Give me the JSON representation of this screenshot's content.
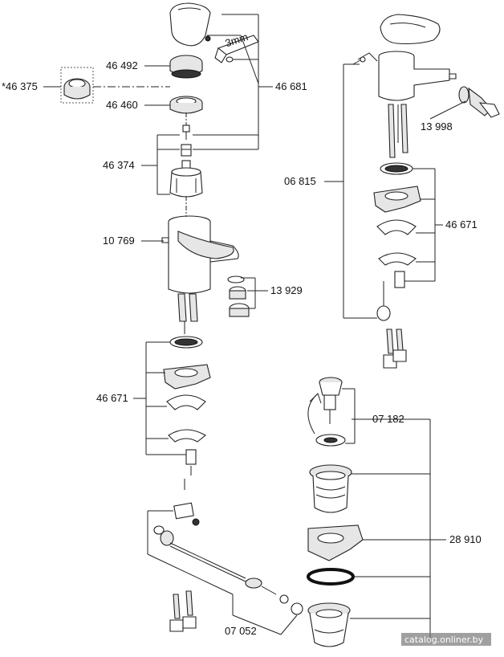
{
  "labels": {
    "p46375": "*46 375",
    "p46492": "46 492",
    "p46460": "46 460",
    "p46681": "46 681",
    "p46374": "46 374",
    "p10769": "10 769",
    "p13929": "13 929",
    "p46671_left": "46 671",
    "p06815": "06 815",
    "p13998": "13 998",
    "p46671_right": "46 671",
    "p07182": "07 182",
    "p28910": "28 910",
    "p07052": "07 052"
  },
  "tool_text": "3mm",
  "watermark": "catalog.onliner.by"
}
